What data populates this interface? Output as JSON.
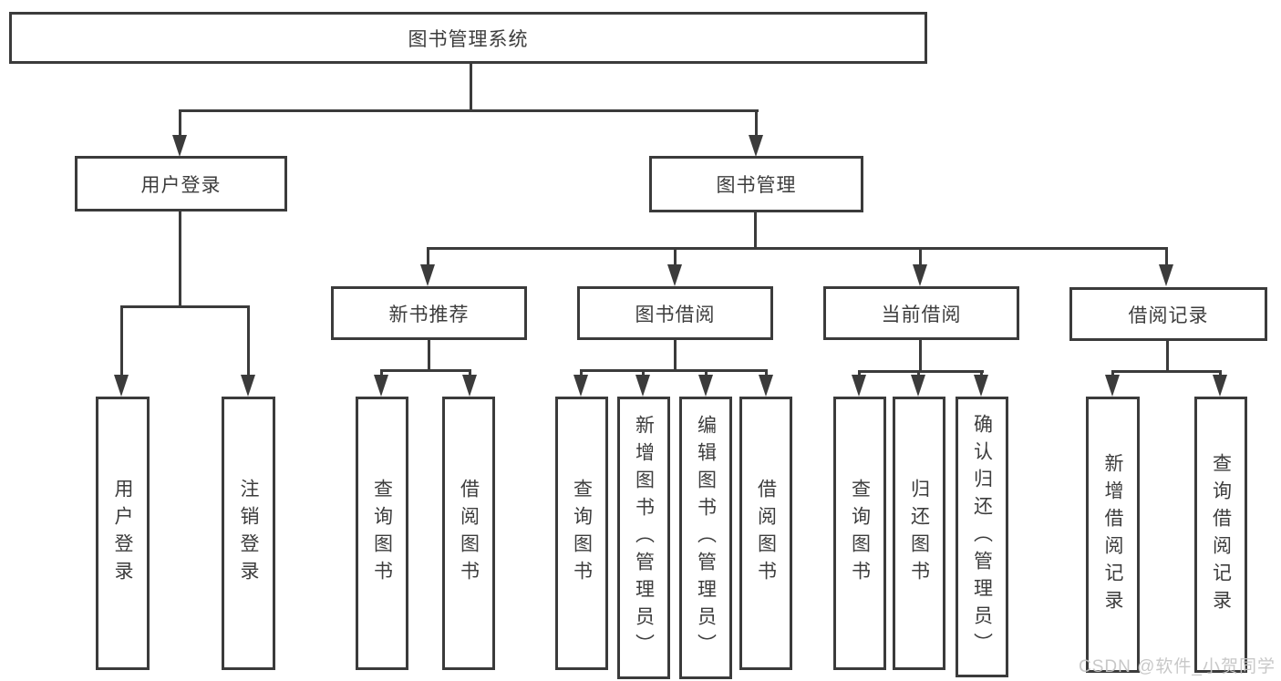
{
  "diagram_title": "图书管理系统",
  "tree": {
    "root": {
      "label": "图书管理系统"
    },
    "branches": [
      {
        "label": "用户登录",
        "children": [
          {
            "label": "用户登录"
          },
          {
            "label": "注销登录"
          }
        ]
      },
      {
        "label": "图书管理",
        "children": [
          {
            "label": "新书推荐",
            "children": [
              {
                "label": "查询图书"
              },
              {
                "label": "借阅图书"
              }
            ]
          },
          {
            "label": "图书借阅",
            "children": [
              {
                "label": "查询图书"
              },
              {
                "label": "新增图书（管理员）"
              },
              {
                "label": "编辑图书（管理员）"
              },
              {
                "label": "借阅图书"
              }
            ]
          },
          {
            "label": "当前借阅",
            "children": [
              {
                "label": "查询图书"
              },
              {
                "label": "归还图书"
              },
              {
                "label": "确认归还（管理员）"
              }
            ]
          },
          {
            "label": "借阅记录",
            "children": [
              {
                "label": "新增借阅记录"
              },
              {
                "label": "查询借阅记录"
              }
            ]
          }
        ]
      }
    ]
  },
  "watermark": {
    "text": "CSDN @软件_小贺同学"
  },
  "colors": {
    "line": "#3b3b3b",
    "text": "#3d3d3d",
    "background": "#ffffff",
    "watermark": "#c5c5c5"
  }
}
